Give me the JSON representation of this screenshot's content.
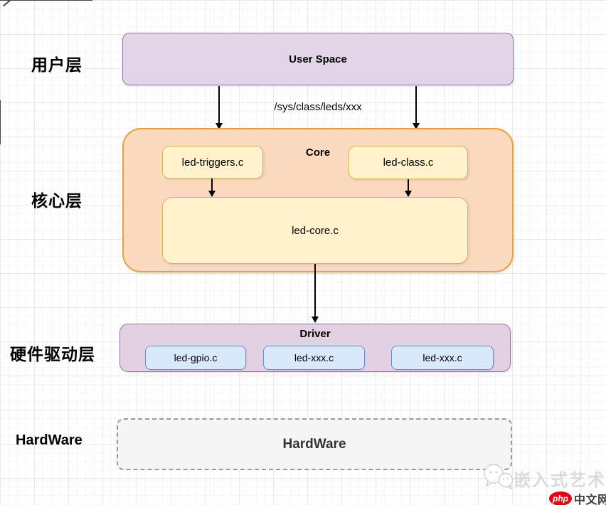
{
  "layers": {
    "user": {
      "side_label": "用户层",
      "box_label": "User Space"
    },
    "core": {
      "side_label": "核心层",
      "title": "Core",
      "triggers_file": "led-triggers.c",
      "class_file": "led-class.c",
      "core_file": "led-core.c"
    },
    "driver": {
      "side_label": "硬件驱动层",
      "title": "Driver",
      "modules": [
        "led-gpio.c",
        "led-xxx.c",
        "led-xxx.c"
      ]
    },
    "hardware": {
      "side_label": "HardWare",
      "box_label": "HardWare"
    }
  },
  "annotations": {
    "sysfs_path": "/sys/class/leds/xxx"
  },
  "watermark": {
    "wechat_name": "嵌入式艺术",
    "site_badge": "php",
    "site_name": "中文网"
  },
  "colors": {
    "user_box_fill": "#e1d5e7",
    "user_box_border": "#9673a6",
    "core_box_fill": "#fad9be",
    "core_box_border": "#e3a23c",
    "file_box_fill": "#fff2cc",
    "file_box_border": "#d6b656",
    "driver_box_fill": "#e3d0e2",
    "driver_box_border": "#9673a6",
    "module_box_fill": "#dae8fc",
    "module_box_border": "#6c8ebf",
    "hardware_box_fill": "#f5f5f5",
    "hardware_box_border": "#999999",
    "arrow": "#000000",
    "php_badge": "#e60012"
  }
}
